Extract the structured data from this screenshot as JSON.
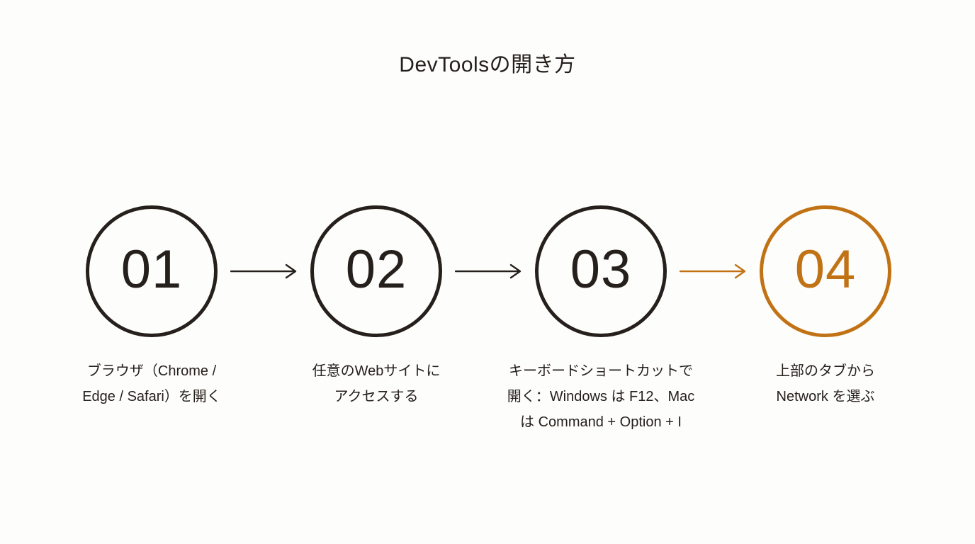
{
  "title": "DevToolsの開き方",
  "colors": {
    "dark": "#26201c",
    "accent": "#c17214",
    "background": "#fdfdfb"
  },
  "steps": [
    {
      "number": "01",
      "accent": false,
      "lines": [
        "ブラウザ（Chrome /",
        "Edge / Safari）を開く"
      ]
    },
    {
      "number": "02",
      "accent": false,
      "lines": [
        "任意のWebサイトに",
        "アクセスする"
      ]
    },
    {
      "number": "03",
      "accent": false,
      "lines": [
        "キーボードショートカットで",
        "開く：Windows は F12、Mac",
        "は Command + Option + I"
      ]
    },
    {
      "number": "04",
      "accent": true,
      "lines": [
        "上部のタブから",
        "Network を選ぶ"
      ]
    }
  ],
  "arrows": [
    {
      "direction": "right",
      "accent": false
    },
    {
      "direction": "right",
      "accent": false
    },
    {
      "direction": "right",
      "accent": true
    }
  ]
}
